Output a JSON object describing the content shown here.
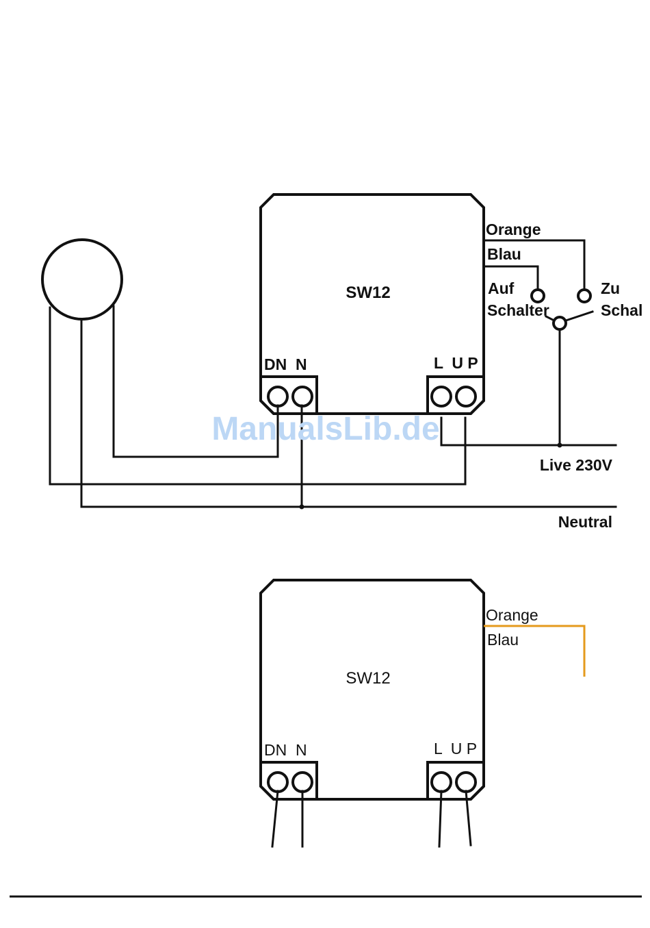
{
  "colors": {
    "ink": "#111111",
    "orange_wire": "#e59a1c",
    "watermark": "#bcd7f5"
  },
  "top": {
    "device_label": "SW12",
    "terminals_left": "DN  N",
    "terminals_right": "L  U P",
    "wire_orange": "Orange",
    "wire_blau": "Blau",
    "switch_auf": "Auf",
    "switch_auf_line2": "Schalter",
    "switch_zu": "Zu",
    "switch_zu_line2": "Schal",
    "live": "Live 230V",
    "neutral": "Neutral"
  },
  "bottom": {
    "device_label": "SW12",
    "terminals_left": "DN  N",
    "terminals_right": "L  U P",
    "wire_orange": "Orange",
    "wire_blau": "Blau"
  },
  "watermark": "ManualsLib.de",
  "icons": {
    "motor": "motor-circle-icon",
    "switch": "rocker-switch-icon",
    "terminal": "screw-terminal-icon"
  }
}
